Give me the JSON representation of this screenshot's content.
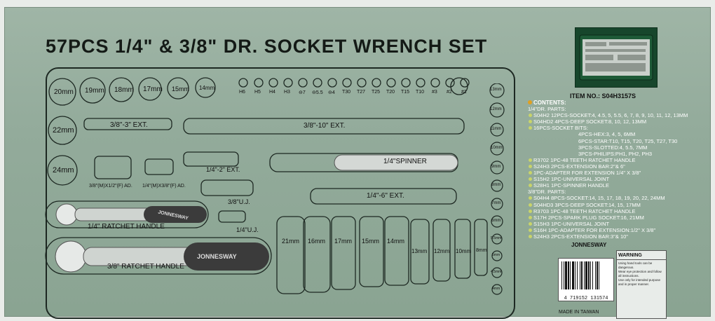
{
  "title": "57PCS 1/4\" & 3/8\" DR. SOCKET WRENCH SET",
  "item_no": "ITEM NO.: S04H3157S",
  "brand": "JONNESWAY",
  "made_in": "MADE IN TAIWAN",
  "barcode": "4 719152 131574",
  "warning": "WARNING",
  "warning_text": [
    "Using hand tools can be dangerous.",
    "Wear eye protection and follow",
    "all instructions.",
    "Use only for intended purpose",
    "and in proper manner."
  ],
  "contents": {
    "header": "CONTENTS:",
    "lines": [
      {
        "t": "1/4\"DR. PARTS:",
        "b": false
      },
      {
        "t": "S04H2  12PCS-SOCKET:4, 4.5, 5, 5.5, 6, 7, 8, 9, 10, 11, 12, 13MM",
        "b": true
      },
      {
        "t": "S04HD2  4PCS-DEEP SOCKET:8, 10, 12, 13MM",
        "b": true
      },
      {
        "t": "16PCS-SOCKET BITS:",
        "b": true
      },
      {
        "t": "4PCS-HEX:3, 4, 5, 6MM",
        "b": false,
        "i": true
      },
      {
        "t": "6PCS-STAR:T10, T15, T20, T25, T27, T30",
        "b": false,
        "i": true
      },
      {
        "t": "3PCS-SLOTTED:4, 5.5, 7MM",
        "b": false,
        "i": true
      },
      {
        "t": "3PCS-PHILIPS:PH1, PH2, PH3",
        "b": false,
        "i": true
      },
      {
        "t": "R3702  1PC-48 TEETH RATCHET HANDLE",
        "b": true
      },
      {
        "t": "S24H3  2PCS-EXTENSION BAR:2\"& 6\"",
        "b": true
      },
      {
        "t": "1PC-ADAPTER FOR EXTENSION 1/4\" X 3/8\"",
        "b": true
      },
      {
        "t": "S15H2  1PC-UNIVERSAL JOINT",
        "b": true
      },
      {
        "t": "S28H1  1PC-SPINNER HANDLE",
        "b": true
      },
      {
        "t": "3/8\"DR. PARTS:",
        "b": false
      },
      {
        "t": "S04H4  8PCS-SOCKET:14, 15, 17, 18, 19, 20, 22, 24MM",
        "b": true
      },
      {
        "t": "S04HD3  3PCS-DEEP SOCKET:14, 15, 17MM",
        "b": true
      },
      {
        "t": "R3703  1PC-48 TEETH RATCHET HANDLE",
        "b": true
      },
      {
        "t": "S17H  2PCS-SPARK PLUG SOCKET:16, 21MM",
        "b": true
      },
      {
        "t": "S15H3  1PC-UNIVERSAL JOINT",
        "b": true
      },
      {
        "t": "S16H  1PC-ADAPTER FOR EXTENSION:1/2\" X 3/8\"",
        "b": true
      },
      {
        "t": "S24H3  2PCS-EXTENSION BAR:3\"& 10\"",
        "b": true
      }
    ]
  },
  "sockets_large": [
    "20mm",
    "19mm",
    "18mm",
    "17mm",
    "15mm",
    "14mm"
  ],
  "sockets_left": [
    "22mm",
    "24mm"
  ],
  "bits": [
    "H6",
    "H5",
    "H4",
    "H3",
    "⊖7",
    "⊖5.5",
    "⊖4",
    "T30",
    "T27",
    "T25",
    "T20",
    "T15",
    "T10",
    "#3",
    "#2",
    "#1"
  ],
  "right_column": [
    "13mm",
    "12mm",
    "11mm",
    "10mm",
    "9mm",
    "8mm",
    "7mm",
    "6mm",
    "5.5mm",
    "5mm",
    "4.5mm",
    "4mm"
  ],
  "labels": {
    "ext3": "3/8\"-3\" EXT.",
    "ext10": "3/8\"-10\" EXT.",
    "ad1": "3/8\"(M)X1/2\"(F) AD.",
    "ad2": "1/4\"(M)X3/8\"(F) AD.",
    "ext2": "1/4\"-2\" EXT.",
    "spinner": "1/4\"SPINNER",
    "ext6": "1/4\"-6\" EXT.",
    "uj38": "3/8\"U.J.",
    "uj14": "1/4\"U.J.",
    "ratchet14": "1/4\" RATCHET HANDLE",
    "ratchet38": "3/8\" RATCHET HANDLE"
  },
  "deep_sockets": [
    "21mm",
    "16mm",
    "17mm",
    "15mm",
    "14mm",
    "13mm",
    "12mm",
    "10mm",
    "8mm"
  ]
}
